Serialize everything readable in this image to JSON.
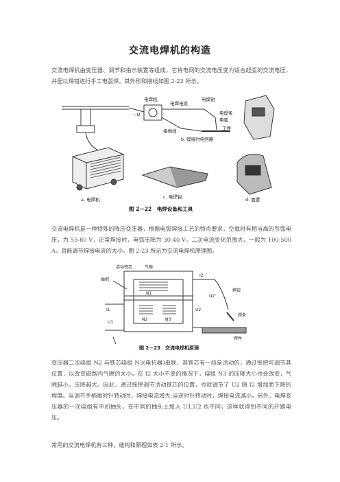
{
  "title": "交流电焊机的构造",
  "p1": "交流电焊机由变压器、调节和指示装置等组成，它将电网的交流电压变为适合起弧的交流电压，并配以焊钳进行手工电弧焊。其外形和接线如图 2-22 所示。",
  "p2": "交流电焊机是一种特殊的降压变压器，根据电弧焊接工艺的特点要求，空载时有相当高的引弧电压，为 55-80 V，正常焊接时，电弧压降为 30-40 V，二次电流变化范围大，一般为 100-500 A，且能调节焊接电流的大小。图 2-23 所示为交流电焊机原理图。",
  "p3": "变压器二次绕组 N2 与铁芯绕组 N3(电抗器)串联，其铁芯有一段是活动的，通过摇把可调节其位置，以改变磁路内气隙的大小。在 I2 大小不变的情况下，绕组 N3 的压降大小也会改变，气隙越小，压降越大。因此，通过摇把调节活动铁芯的位置，也就调节了 U2 随 I2 增加而下降的程度。当调节手柄顺时针转动时，焊接电流增大;当逆时针转动时，焊接电流减小。另外，电焊变压器的一次绕组有中间抽头，在不同的抽头上加入 U1,U2 也不同，这样就得到不同的开路电压。",
  "p4": "常用的交流电焊机有三种，结构和原理如表 2-1 所示。",
  "fig22": {
    "labels": {
      "welder": "电焊机",
      "cable": "电焊电缆",
      "clamp": "电焊钳",
      "rod": "电焊条",
      "arc": "电弧",
      "work": "工件",
      "ground": "接地线",
      "u": "~U",
      "b": "b. 焊接时电回路",
      "a": "a. 电焊机",
      "c": "c. 电焊钳",
      "d": "d. 面罩"
    },
    "caption": "图 2－22　电焊设备和工具"
  },
  "fig23": {
    "labels": {
      "core": "活动铁芯",
      "gap": "气隙",
      "plug": "插把",
      "n1": "N1",
      "n2": "N2",
      "n3": "N3",
      "i1": "I1",
      "i2": "I2",
      "u1": "U1",
      "u2": "U2",
      "u2p": "U2'",
      "clamp": "焊钳",
      "rod": "焊条",
      "work": "焊件"
    },
    "caption": "图 2－23　交流电焊机原理"
  }
}
